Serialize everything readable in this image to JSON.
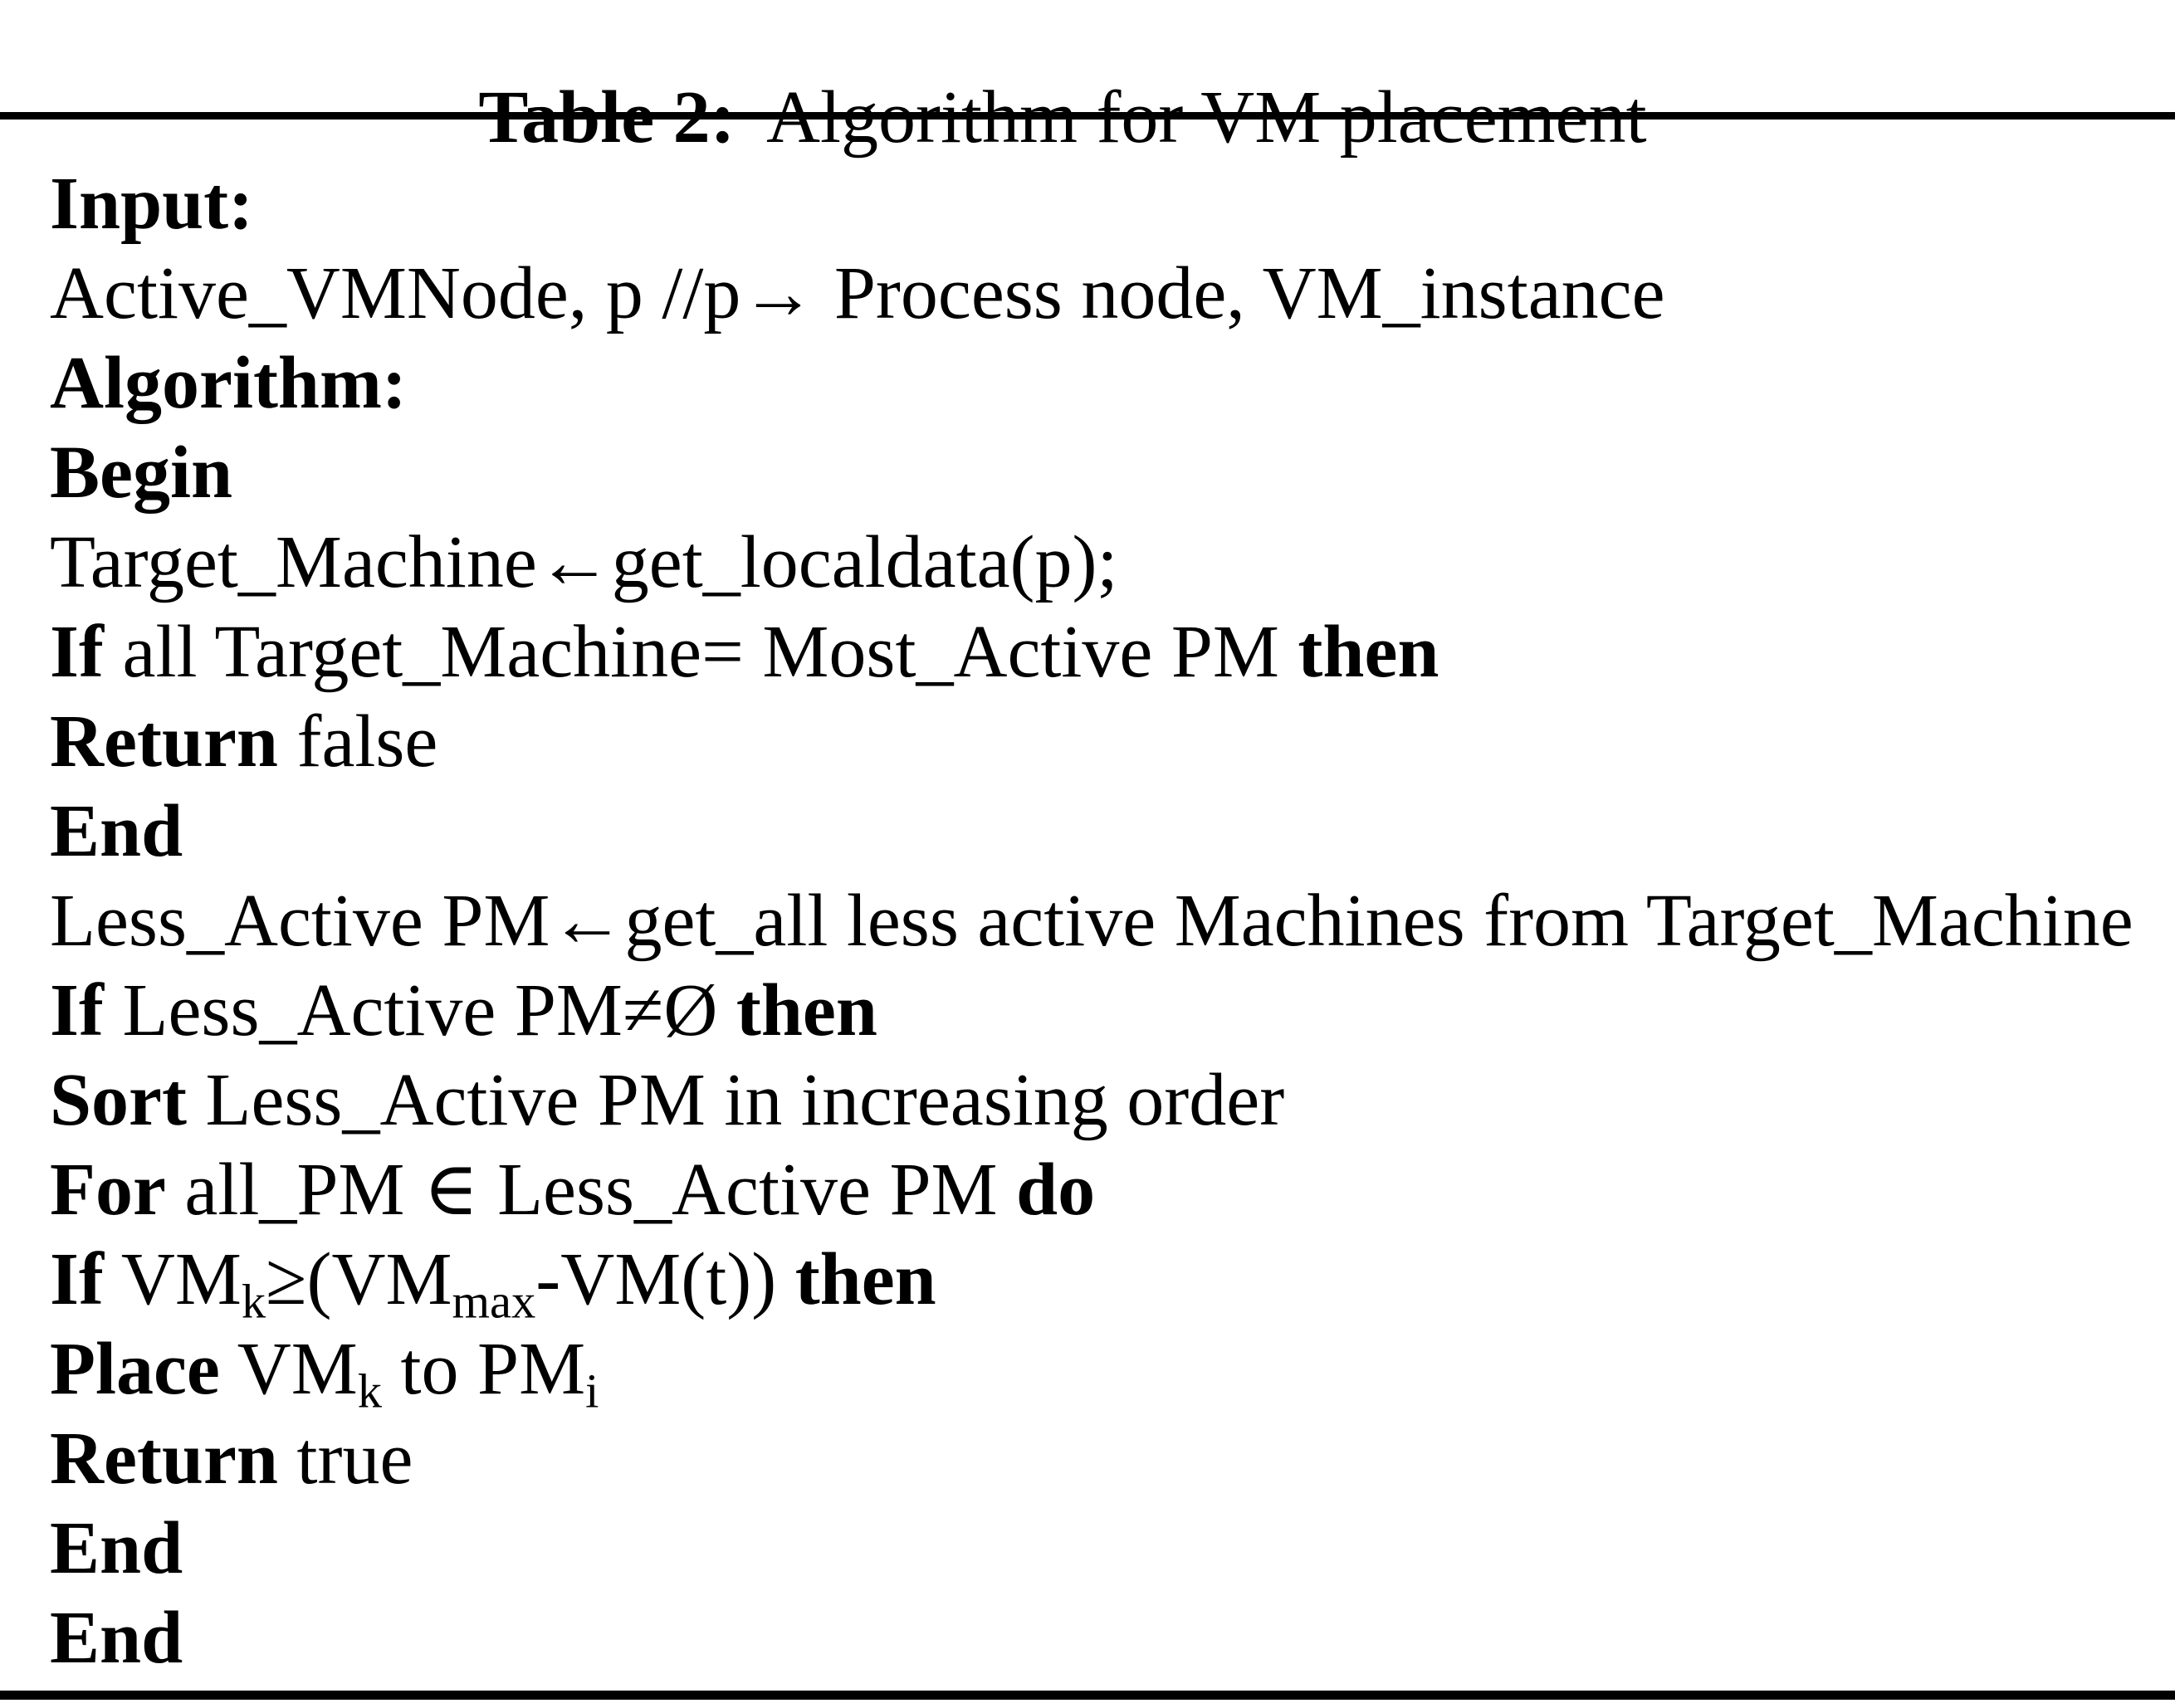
{
  "caption": {
    "number": "Table 2:",
    "title": " Algorithm for VM placement"
  },
  "algorithm": {
    "lines": [
      {
        "segments": [
          {
            "text": "Input:",
            "bold": true
          }
        ]
      },
      {
        "segments": [
          {
            "text": "Active_VMNode, p //p→ Process node, VM_instance"
          }
        ]
      },
      {
        "segments": [
          {
            "text": "Algorithm:",
            "bold": true
          }
        ]
      },
      {
        "segments": [
          {
            "text": "Begin",
            "bold": true
          }
        ]
      },
      {
        "segments": [
          {
            "text": "Target_Machine←get_localdata(p);"
          }
        ]
      },
      {
        "segments": [
          {
            "text": "If",
            "bold": true
          },
          {
            "text": " all Target_Machine= Most_Active PM "
          },
          {
            "text": "then",
            "bold": true
          }
        ]
      },
      {
        "segments": [
          {
            "text": "Return",
            "bold": true
          },
          {
            "text": " false"
          }
        ]
      },
      {
        "segments": [
          {
            "text": "End",
            "bold": true
          }
        ]
      },
      {
        "segments": [
          {
            "text": "Less_Active PM←get_all less active Machines from Target_Machine"
          }
        ]
      },
      {
        "segments": [
          {
            "text": "If",
            "bold": true
          },
          {
            "text": " Less_Active PM≠Ø "
          },
          {
            "text": "then",
            "bold": true
          }
        ]
      },
      {
        "segments": [
          {
            "text": "Sort",
            "bold": true
          },
          {
            "text": " Less_Active PM in increasing order"
          }
        ]
      },
      {
        "segments": [
          {
            "text": "For",
            "bold": true
          },
          {
            "text": " all_PM ∈ Less_Active PM "
          },
          {
            "text": "do",
            "bold": true
          }
        ]
      },
      {
        "segments": [
          {
            "text": "If",
            "bold": true
          },
          {
            "text": " VM"
          },
          {
            "text": "k",
            "sub": true
          },
          {
            "text": "≥(VM"
          },
          {
            "text": "max",
            "sub": true
          },
          {
            "text": "-VM(t)) "
          },
          {
            "text": "then",
            "bold": true
          }
        ]
      },
      {
        "segments": [
          {
            "text": "Place",
            "bold": true
          },
          {
            "text": " VM"
          },
          {
            "text": "k",
            "sub": true
          },
          {
            "text": " to PM"
          },
          {
            "text": "i",
            "sub": true
          }
        ]
      },
      {
        "segments": [
          {
            "text": "Return",
            "bold": true
          },
          {
            "text": " true"
          }
        ]
      },
      {
        "segments": [
          {
            "text": "End",
            "bold": true
          }
        ]
      },
      {
        "segments": [
          {
            "text": "End",
            "bold": true
          }
        ]
      }
    ]
  },
  "colors": {
    "text": "#000000",
    "background": "#ffffff",
    "rule": "#000000"
  }
}
